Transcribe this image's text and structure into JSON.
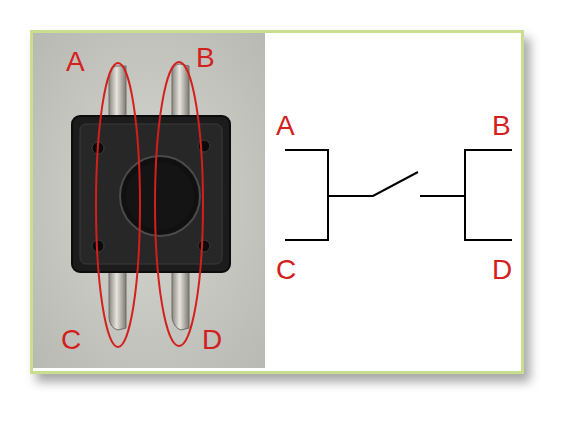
{
  "diagram": {
    "labels": [
      "A",
      "B",
      "C",
      "D",
      "A",
      "B",
      "C",
      "D"
    ]
  }
}
